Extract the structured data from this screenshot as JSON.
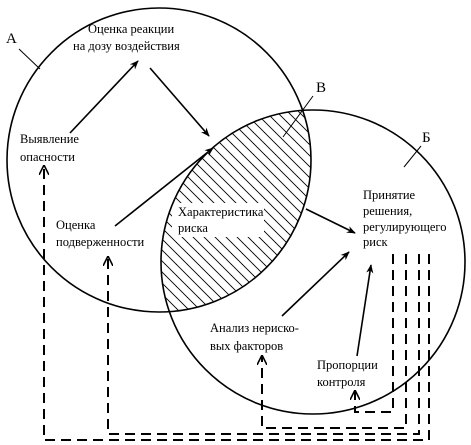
{
  "circle_labels": {
    "a": "А",
    "b": "Б",
    "v": "В"
  },
  "nodes": {
    "dose_response": [
      "Оценка реакции",
      "на дозу воздействия"
    ],
    "hazard_identification": [
      "Выявление",
      "опасности"
    ],
    "exposure_assessment": [
      "Оценка",
      "подверженности"
    ],
    "risk_characterization": [
      "Характеристика",
      "риска"
    ],
    "risk_decision": [
      "Принятие",
      "решения,",
      "регулирующего",
      "риск"
    ],
    "nonrisk_factors": [
      "Анализ нериско-",
      "вых факторов"
    ],
    "control_proportions": [
      "Пропорции",
      "контроля"
    ]
  },
  "colors": {
    "stroke": "#000000",
    "background": "#ffffff"
  }
}
